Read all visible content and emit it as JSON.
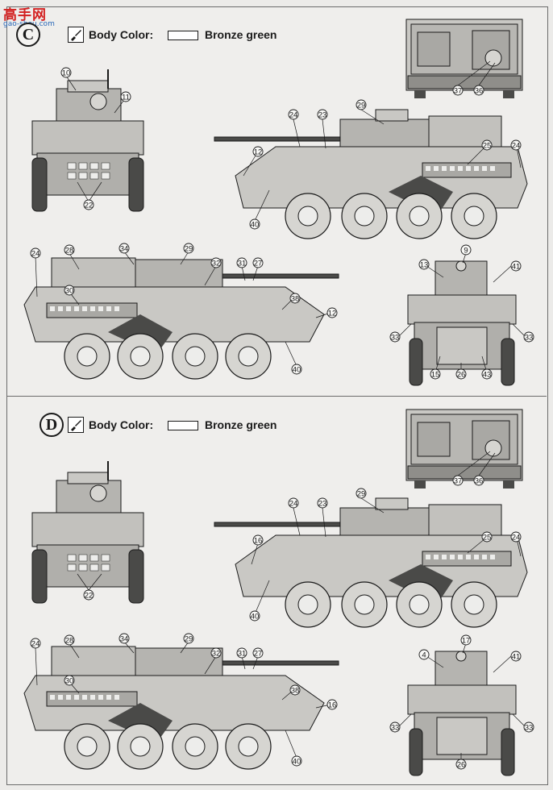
{
  "watermark": {
    "title": "高手网",
    "url": "gao-shou.com"
  },
  "sections": [
    {
      "badge": "C",
      "body_color_label": "Body Color:",
      "color_name": "Bronze green",
      "callouts": {
        "rear_top": [
          "37",
          "36"
        ],
        "front": [
          "10",
          "11",
          "22"
        ],
        "left": [
          "24",
          "23",
          "29",
          "25",
          "24",
          "12",
          "40"
        ],
        "right": [
          "24",
          "28",
          "34",
          "29",
          "32",
          "31",
          "27",
          "30",
          "38",
          "12",
          "40"
        ],
        "rear": [
          "13",
          "9",
          "41",
          "33",
          "33",
          "15",
          "26",
          "43"
        ]
      }
    },
    {
      "badge": "D",
      "body_color_label": "Body Color:",
      "color_name": "Bronze green",
      "callouts": {
        "rear_top": [
          "37",
          "36"
        ],
        "front": [
          "22"
        ],
        "left": [
          "24",
          "23",
          "29",
          "25",
          "24",
          "16",
          "40"
        ],
        "right": [
          "24",
          "28",
          "34",
          "29",
          "32",
          "31",
          "27",
          "30",
          "38",
          "16",
          "40"
        ],
        "rear": [
          "4",
          "17",
          "41",
          "33",
          "33",
          "26"
        ]
      }
    }
  ],
  "colors": {
    "line": "#1a1a1a",
    "paper": "#efeeec",
    "hull": "#b5b4b0",
    "hull_dark": "#4a4a48",
    "watermark_red": "#d32020",
    "watermark_blue": "#2a68b8"
  }
}
